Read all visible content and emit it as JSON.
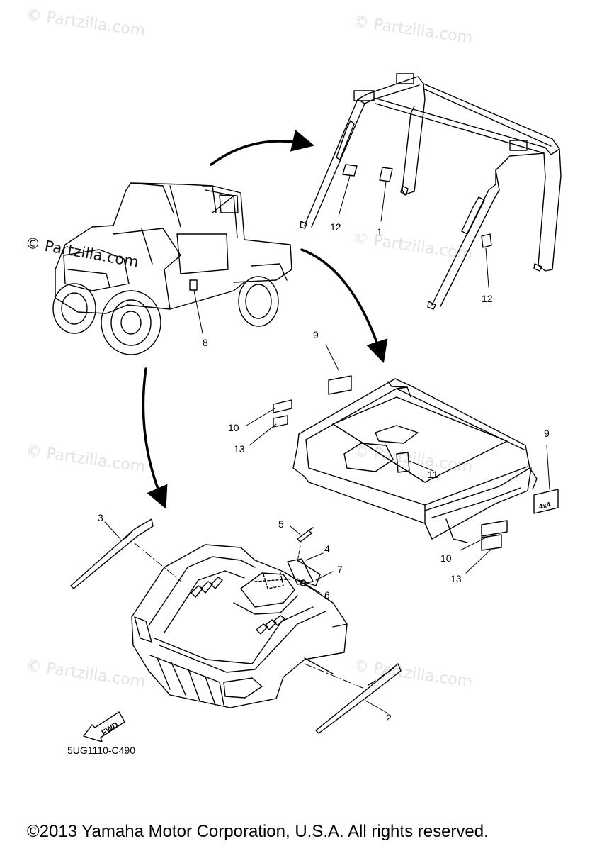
{
  "watermark": "© Partzilla.com",
  "callouts": {
    "c1": "1",
    "c2": "2",
    "c3": "3",
    "c4": "4",
    "c5": "5",
    "c6": "6",
    "c7": "7",
    "c8": "8",
    "c9a": "9",
    "c9b": "9",
    "c10a": "10",
    "c10b": "10",
    "c11": "11",
    "c12a": "12",
    "c12b": "12",
    "c13a": "13",
    "c13b": "13"
  },
  "fwd_label": "FWD",
  "decal_4x4": "4x4",
  "diagram_code": "5UG1110-C490",
  "copyright": "©2013 Yamaha Motor Corporation, U.S.A. All rights reserved."
}
